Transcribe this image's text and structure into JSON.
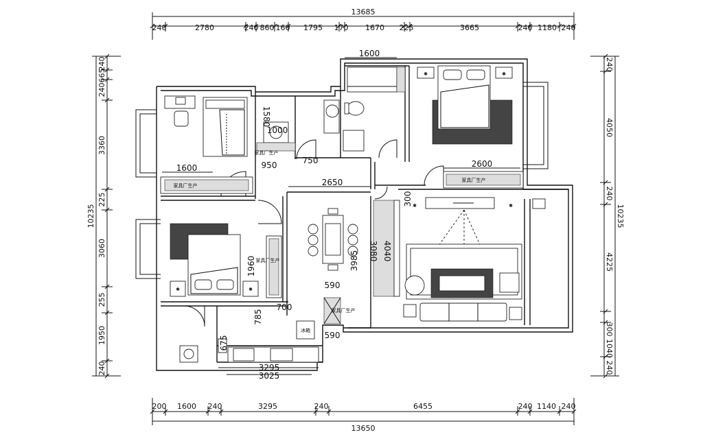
{
  "top_dims": {
    "total": "13685",
    "segments": [
      "240",
      "2780",
      "240",
      "860",
      "160",
      "1795",
      "170",
      "1670",
      "225",
      "3665",
      "240",
      "1180",
      "240"
    ]
  },
  "bottom_dims": {
    "total": "13650",
    "segments": [
      "200",
      "1600",
      "240",
      "3295",
      "240",
      "6455",
      "240",
      "1140",
      "240"
    ]
  },
  "left_dims": {
    "total": "10235",
    "segments": [
      "240",
      "665",
      "240",
      "3360",
      "225",
      "3060",
      "255",
      "1950",
      "240"
    ]
  },
  "right_dims": {
    "total": "10235",
    "segments": [
      "240",
      "4050",
      "240",
      "4225",
      "300",
      "1040",
      "240"
    ]
  },
  "room_dims": {
    "bath_top": "1600",
    "bedroom1_window": "1600",
    "bedroom3_window": "2600",
    "corridor": "2650",
    "door_950": "950",
    "door_750": "750",
    "wash_1580": "1580",
    "wash_1000": "1000",
    "wardrobe": "1960",
    "dining_table": "590",
    "dining_depth": "3985",
    "living_3080": "3080",
    "living_4040": "4040",
    "kitchen_785": "785",
    "kitchen_700": "700",
    "kitchen_675": "675",
    "kitchen_590": "590",
    "kitchen_3295": "3295",
    "kitchen_3025": "3025",
    "corridor_300": "300"
  },
  "labels": {
    "factory_made": "家具厂生产",
    "fridge": "冰箱"
  }
}
